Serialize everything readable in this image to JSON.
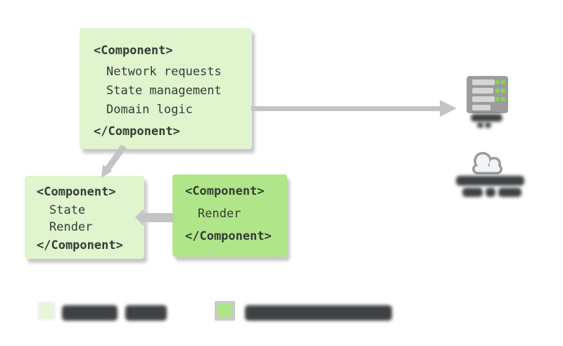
{
  "diagram": {
    "description": "Component responsibility diagram: one smart component linking to server/cloud, two child components, legend with blurred labels",
    "boxes": {
      "smart": {
        "open_tag": "<Component>",
        "lines": [
          "Network requests",
          "State management",
          "Domain logic"
        ],
        "close_tag": "</Component>",
        "fill": "#e0f4ce"
      },
      "mixed": {
        "open_tag": "<Component>",
        "lines": [
          "State",
          "Render"
        ],
        "close_tag": "</Component>",
        "fill": "#e0f4ce"
      },
      "presentational": {
        "open_tag": "<Component>",
        "lines": [
          "Render"
        ],
        "close_tag": "</Component>",
        "fill": "#b0e689"
      }
    },
    "icons": {
      "server": {
        "name": "server-icon",
        "body_color": "#9c9c9c",
        "bar_color": "#d6d6d6",
        "led_color": "#8bd05c"
      },
      "cloud": {
        "name": "cloud-icon",
        "fill": "#eef4f7",
        "border": "#9b9b9b"
      }
    },
    "captions": {
      "server_caption": {
        "redacted": true,
        "note": "blurred unreadable text, 2 short lines"
      },
      "cloud_caption": {
        "redacted": true,
        "note": "blurred unreadable text, 2 lines"
      }
    },
    "connectors": {
      "color": "#c4c4c4",
      "items": [
        {
          "from": "smart-box",
          "to": "server-icon",
          "type": "horizontal-arrow-right"
        },
        {
          "from": "smart-box",
          "to": "mixed-box",
          "type": "diagonal-arrow-down-left"
        },
        {
          "from": "presentational-box",
          "to": "mixed-box",
          "type": "short-horizontal-arrow-left"
        }
      ]
    },
    "legend": {
      "items": [
        {
          "swatch_color": "#e7f5d8",
          "label": "",
          "label_redacted": true
        },
        {
          "swatch_color": "#aee487",
          "label": "",
          "label_redacted": true
        }
      ]
    },
    "colors": {
      "background": "#ffffff",
      "light_green": "#e0f4ce",
      "dark_green": "#b0e689",
      "code_text": "#333d36",
      "connector_gray": "#c4c4c4",
      "redacted_blob": "#35383a"
    }
  }
}
